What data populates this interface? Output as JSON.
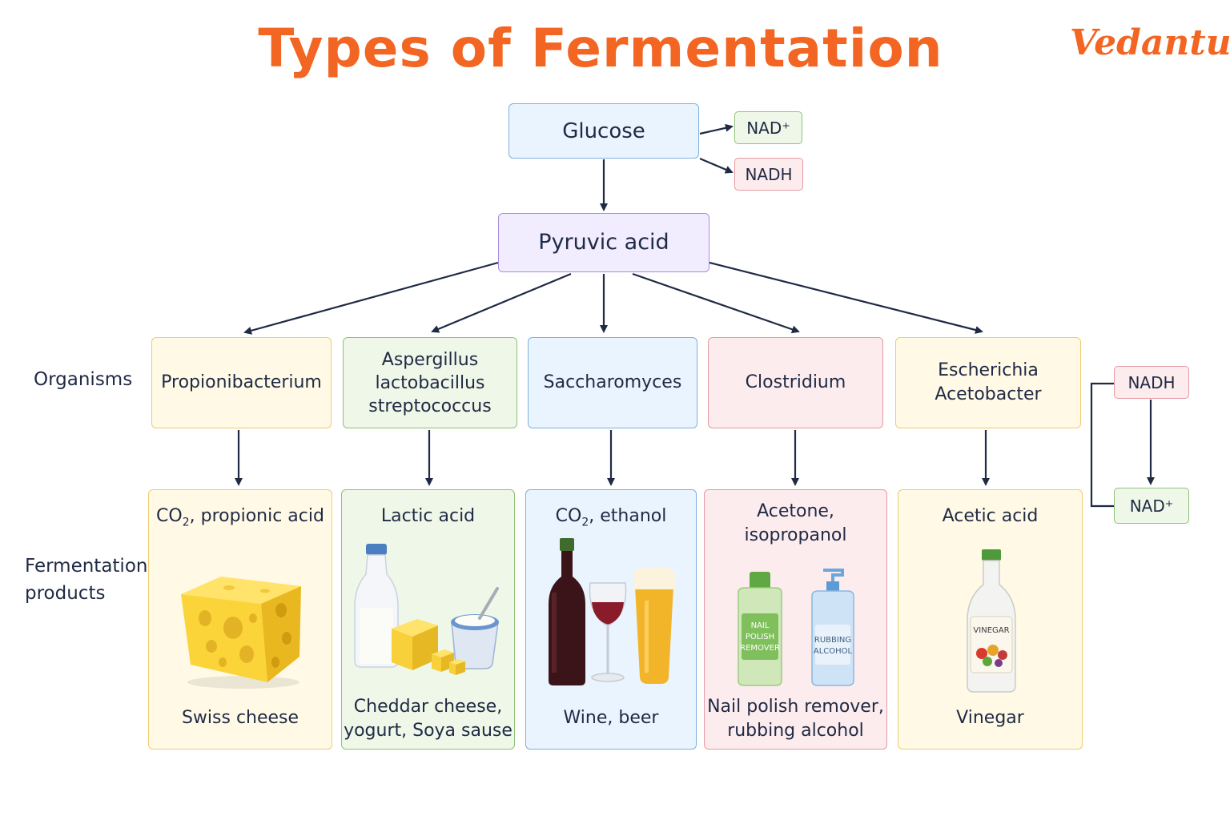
{
  "title": "Types of Fermentation",
  "logo": "Vedantu",
  "glucose": "Glucose",
  "pyruvic": "Pyruvic acid",
  "nad_plus": "NAD⁺",
  "nadh": "NADH",
  "row_labels": {
    "organisms": "Organisms",
    "products_line1": "Fermentation",
    "products_line2": "products"
  },
  "organisms": [
    {
      "line1": "Propionibacterium",
      "line2": "",
      "line3": ""
    },
    {
      "line1": "Aspergillus",
      "line2": "lactobacillus",
      "line3": "streptococcus"
    },
    {
      "line1": "Saccharomyces",
      "line2": "",
      "line3": ""
    },
    {
      "line1": "Clostridium",
      "line2": "",
      "line3": ""
    },
    {
      "line1": "Escherichia",
      "line2": "Acetobacter",
      "line3": ""
    }
  ],
  "products": [
    {
      "pre": "CO",
      "sub": "2",
      "post": ", propionic acid",
      "line2": "",
      "caption1": "Swiss cheese",
      "caption2": ""
    },
    {
      "pre": "Lactic acid",
      "sub": "",
      "post": "",
      "line2": "",
      "caption1": "Cheddar cheese,",
      "caption2": "yogurt, Soya sause"
    },
    {
      "pre": "CO",
      "sub": "2",
      "post": ", ethanol",
      "line2": "",
      "caption1": "Wine, beer",
      "caption2": ""
    },
    {
      "pre": "Acetone,",
      "sub": "",
      "post": "",
      "line2": "isopropanol",
      "caption1": "Nail polish remover,",
      "caption2": "rubbing alcohol"
    },
    {
      "pre": "Acetic acid",
      "sub": "",
      "post": "",
      "line2": "",
      "caption1": "Vinegar",
      "caption2": ""
    }
  ],
  "bottle_labels": {
    "nail1": "NAIL",
    "nail2": "POLISH",
    "nail3": "REMOVER",
    "rub1": "RUBBING",
    "rub2": "ALCOHOL",
    "vinegar": "VINEGAR"
  },
  "colors": {
    "title": "#f26522",
    "arrow": "#1f2a44",
    "blue": "#7fb0e0",
    "purple": "#a98de0",
    "green": "#8fc27a",
    "red": "#e59aa3",
    "yellow": "#f0cc72"
  }
}
